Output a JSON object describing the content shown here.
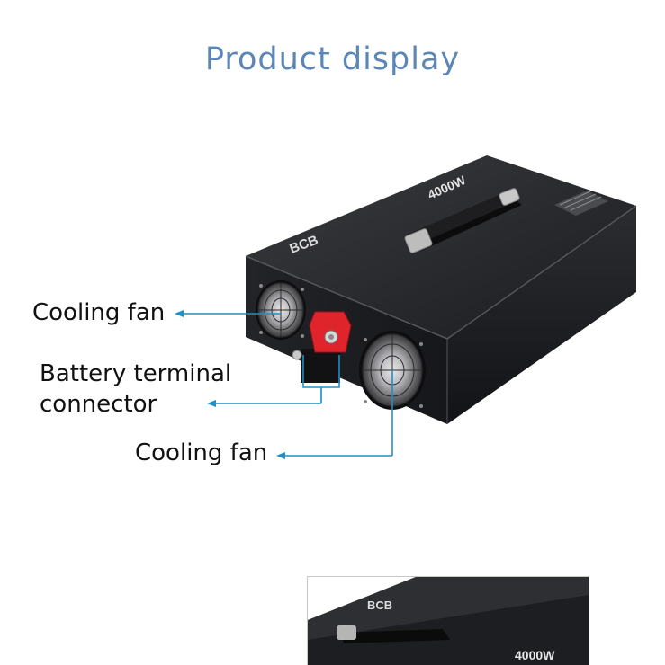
{
  "title": "Product display",
  "callouts": {
    "fan_top": "Cooling fan",
    "terminal_line1": "Battery terminal",
    "terminal_line2": "connector",
    "fan_bottom": "Cooling fan"
  },
  "product": {
    "brand_logo": "BCB",
    "power_marking": "4000W"
  },
  "colors": {
    "title": "#5b86b5",
    "callout_line": "#1f8fc4",
    "body": "#1c1c1e",
    "terminal": "#e0242c"
  }
}
